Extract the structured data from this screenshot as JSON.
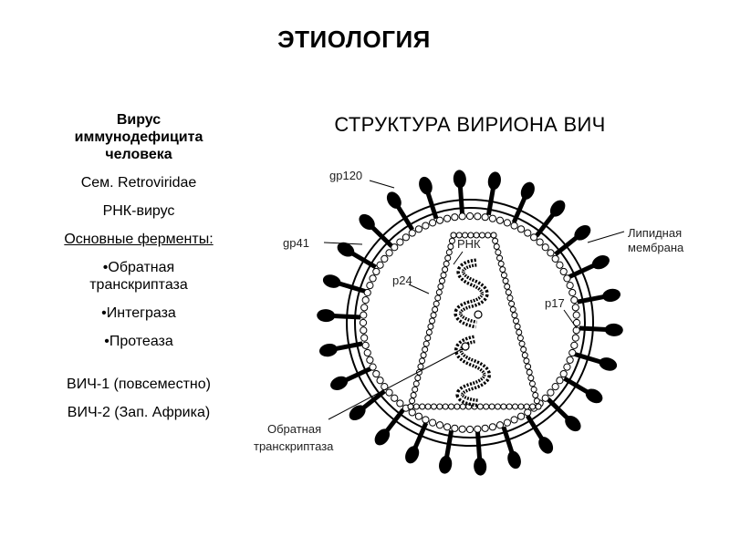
{
  "slide": {
    "title": "ЭТИОЛОГИЯ"
  },
  "left_panel": {
    "name_lines": [
      "Вирус",
      "иммунодефицита",
      "человека"
    ],
    "family": "Сем. Retroviridae",
    "type": "РНК-вирус",
    "enzymes_heading": "Основные ферменты:",
    "enzymes": [
      [
        "•Обратная",
        "транскриптаза"
      ],
      [
        "•Интеграза"
      ],
      [
        "•Протеаза"
      ]
    ],
    "strains": [
      "ВИЧ-1 (повсеместно)",
      "ВИЧ-2 (Зап. Африка)"
    ]
  },
  "diagram": {
    "title": "СТРУКТУРА ВИРИОНА ВИЧ",
    "labels": {
      "gp120": "gp120",
      "gp41": "gp41",
      "rna": "РНК",
      "p24": "p24",
      "p17": "p17",
      "lipid_membrane": [
        "Липидная",
        "мембрана"
      ],
      "reverse_transcriptase": [
        "Обратная",
        "транскриптаза"
      ]
    }
  }
}
